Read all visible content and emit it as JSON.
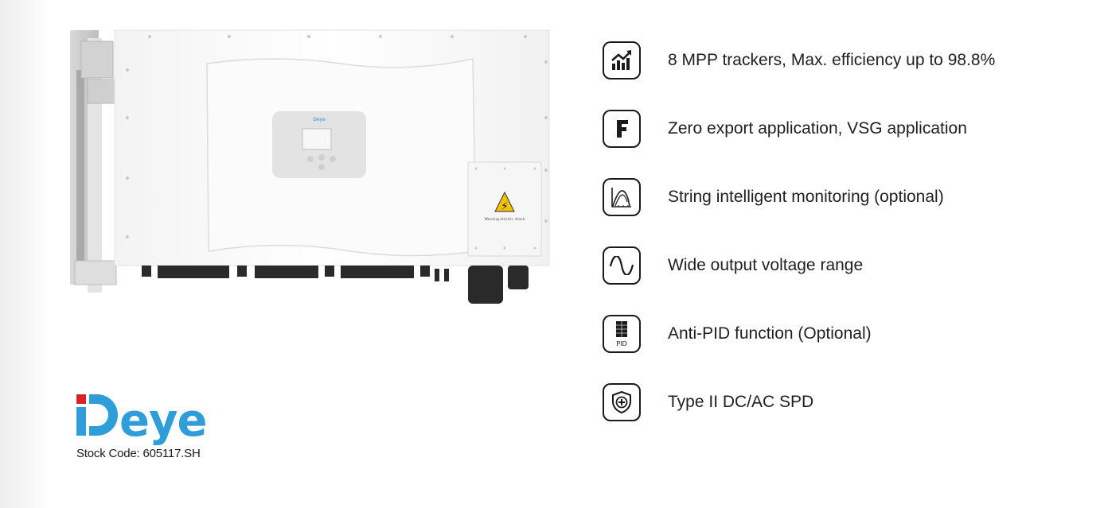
{
  "brand": {
    "logo_dot_color": "#d6232a",
    "logo_color": "#2f9ed8",
    "logo_rest": "eye",
    "stock_code": "Stock Code: 605117.SH"
  },
  "inverter": {
    "screen_brand": "Deye",
    "warning_label": "Warning electric shock"
  },
  "features": [
    {
      "icon": "chart-trend-icon",
      "text": "8 MPP trackers, Max. efficiency up to 98.8%"
    },
    {
      "icon": "letter-f-icon",
      "text": "Zero export application, VSG application"
    },
    {
      "icon": "curve-monitor-icon",
      "text": "String intelligent monitoring (optional)"
    },
    {
      "icon": "sine-wave-icon",
      "text": "Wide output voltage range"
    },
    {
      "icon": "solar-panel-pid-icon",
      "icon_label": "PID",
      "text": "Anti-PID function (Optional)"
    },
    {
      "icon": "shield-plus-icon",
      "text": "Type II DC/AC SPD"
    }
  ],
  "colors": {
    "text": "#1f1f1f",
    "icon_stroke": "#1a1a1a"
  }
}
